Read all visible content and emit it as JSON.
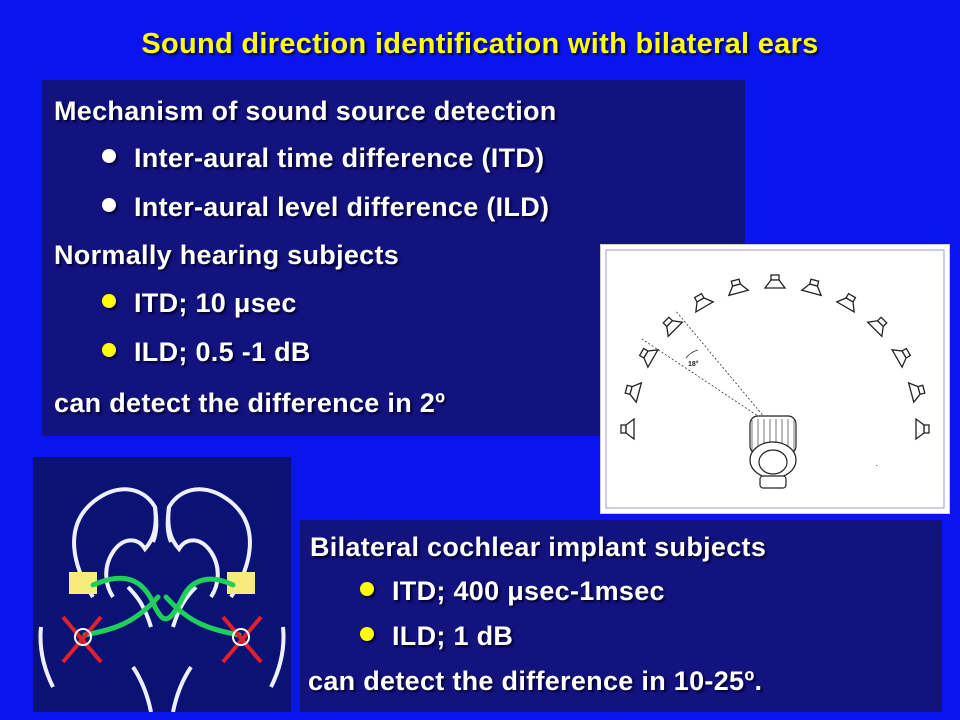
{
  "title": "Sound direction identification with bilateral ears",
  "normal_box": {
    "heading": "Mechanism of sound source detection",
    "bullets": [
      "Inter-aural time difference (ITD)",
      "Inter-aural level difference (ILD)"
    ],
    "subheading": "Normally hearing subjects",
    "subbullets": [
      "ITD; 10 μsec",
      "ILD; 0.5 -1 dB"
    ],
    "conclusion": "can detect the difference in 2º"
  },
  "ci_box": {
    "heading": "Bilateral cochlear implant subjects",
    "bullets": [
      "ITD; 400 μsec-1msec",
      "ILD; 1 dB"
    ],
    "conclusion": "can detect the difference in 10-25º."
  },
  "speaker_diagram": {
    "angle_label": "18°"
  },
  "colors": {
    "background": "#0b14ee",
    "box": "#13137f",
    "title": "#ffff00",
    "bullet_yellow": "#ffff00"
  }
}
